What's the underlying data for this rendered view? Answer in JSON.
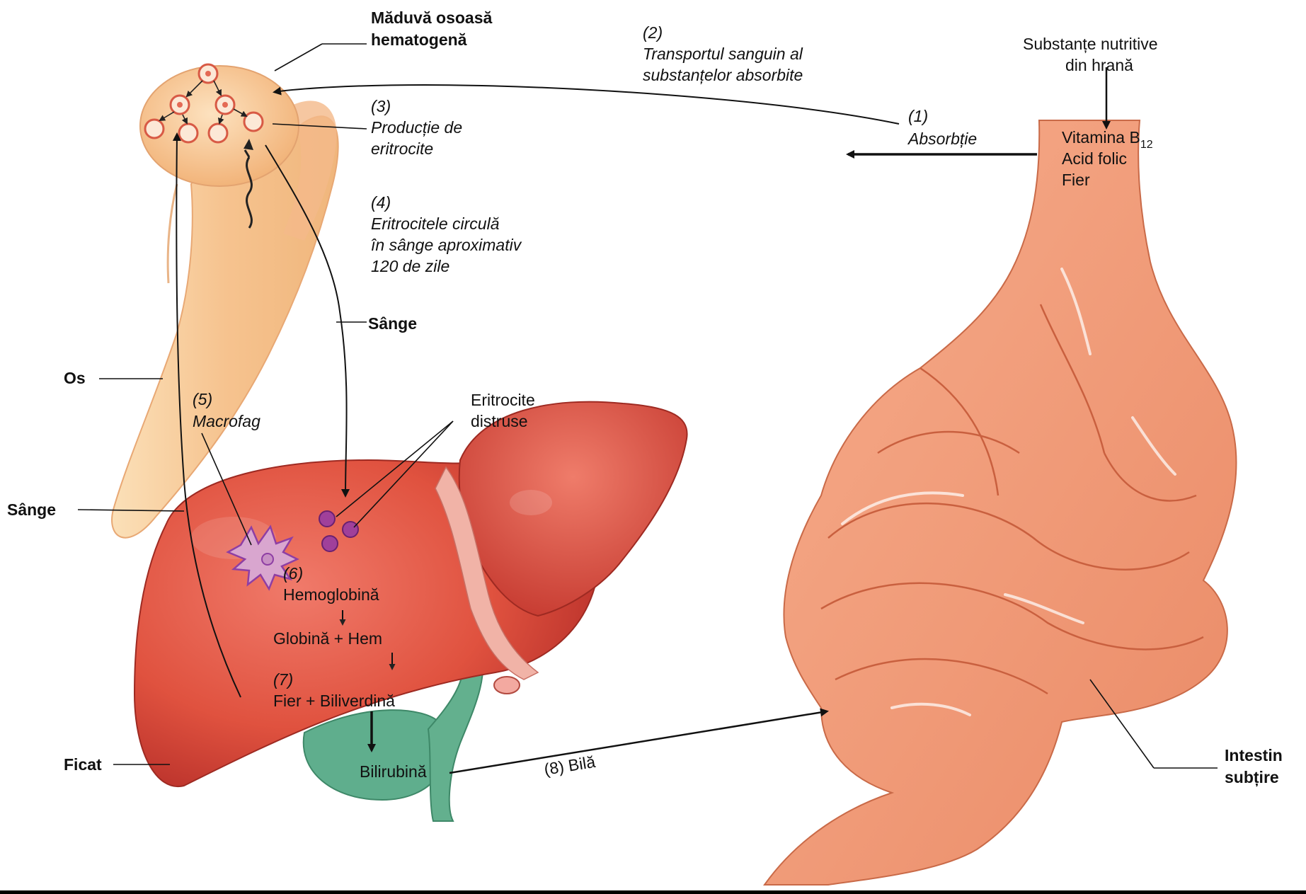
{
  "labels": {
    "marrow_l1": "Măduvă osoasă",
    "marrow_l2": "hematogenă",
    "os": "Os",
    "sange_left": "Sânge",
    "sange_mid": "Sânge",
    "ficat": "Ficat",
    "intestin_l1": "Intestin",
    "intestin_l2": "subțire",
    "eritrocite_l1": "Eritrocite",
    "eritrocite_l2": "distruse"
  },
  "steps": {
    "s1_num": "(1)",
    "s1_text": "Absorbție",
    "s2_num": "(2)",
    "s2_l1": "Transportul sanguin al",
    "s2_l2": "substanțelor absorbite",
    "s3_num": "(3)",
    "s3_l1": "Producție de",
    "s3_l2": "eritrocite",
    "s4_num": "(4)",
    "s4_l1": "Eritrocitele circulă",
    "s4_l2": "în sânge aproximativ",
    "s4_l3": "120 de zile",
    "s5_num": "(5)",
    "s5_text": "Macrofag",
    "s6_num": "(6)",
    "s6_text": "Hemoglobină",
    "globin_hem": "Globină + Hem",
    "s7_num": "(7)",
    "s7_text": "Fier + Biliverdină",
    "bilirubina": "Bilirubină",
    "s8_num": "(8)",
    "s8_text": "Bilă"
  },
  "nutrients": {
    "header_l1": "Substanțe nutritive",
    "header_l2": "din hrană",
    "vit_main": "Vitamina B",
    "vit_sub": "12",
    "acid": "Acid folic",
    "fier": "Fier"
  }
}
